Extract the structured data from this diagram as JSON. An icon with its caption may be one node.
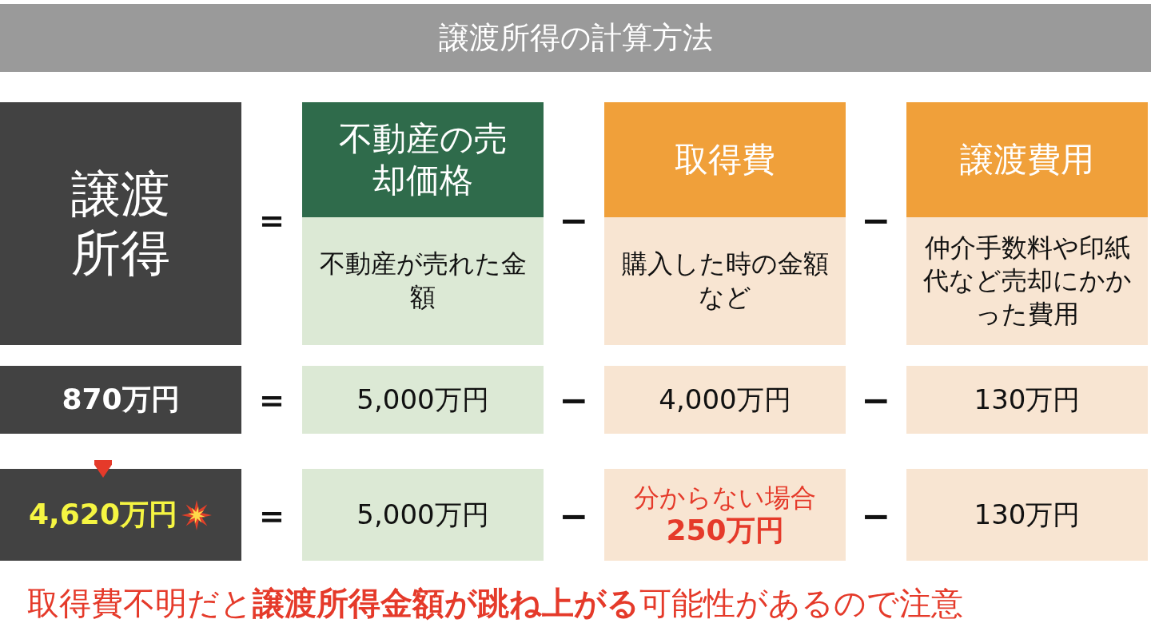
{
  "diagram": {
    "title": "譲渡所得の計算方法",
    "caption": "取得費不明だと**譲渡所得金額が跳ね上がる**可能性があるので注意",
    "nodes": [
      {
        "text": [
          "譲渡所得"
        ]
      },
      {
        "text": [
          "不動産の売却価格",
          "不動産が売れた金額"
        ]
      },
      {
        "text": [
          "取得費",
          "購入した時の金額など"
        ]
      },
      {
        "text": [
          "譲渡費用",
          "仲介手数料や印紙代など売却にかかった費用"
        ]
      },
      {
        "text": [
          "870万円"
        ]
      },
      {
        "text": [
          "5,000万円"
        ]
      },
      {
        "text": [
          "4,000万円"
        ]
      },
      {
        "text": [
          "130万円"
        ]
      },
      {
        "text": [
          "4,620万円"
        ]
      },
      {
        "text": [
          "5,000万円"
        ]
      },
      {
        "text": [
          "分からない場合",
          "250万円"
        ]
      },
      {
        "text": [
          "130万円"
        ]
      }
    ],
    "edges": [
      {
        "from": 4,
        "to": 8,
        "arrow": "to",
        "color": "#e53a2a"
      }
    ],
    "labels": [
      "＝",
      "−",
      "−",
      "＝",
      "−",
      "−",
      "＝",
      "−",
      "−"
    ]
  }
}
